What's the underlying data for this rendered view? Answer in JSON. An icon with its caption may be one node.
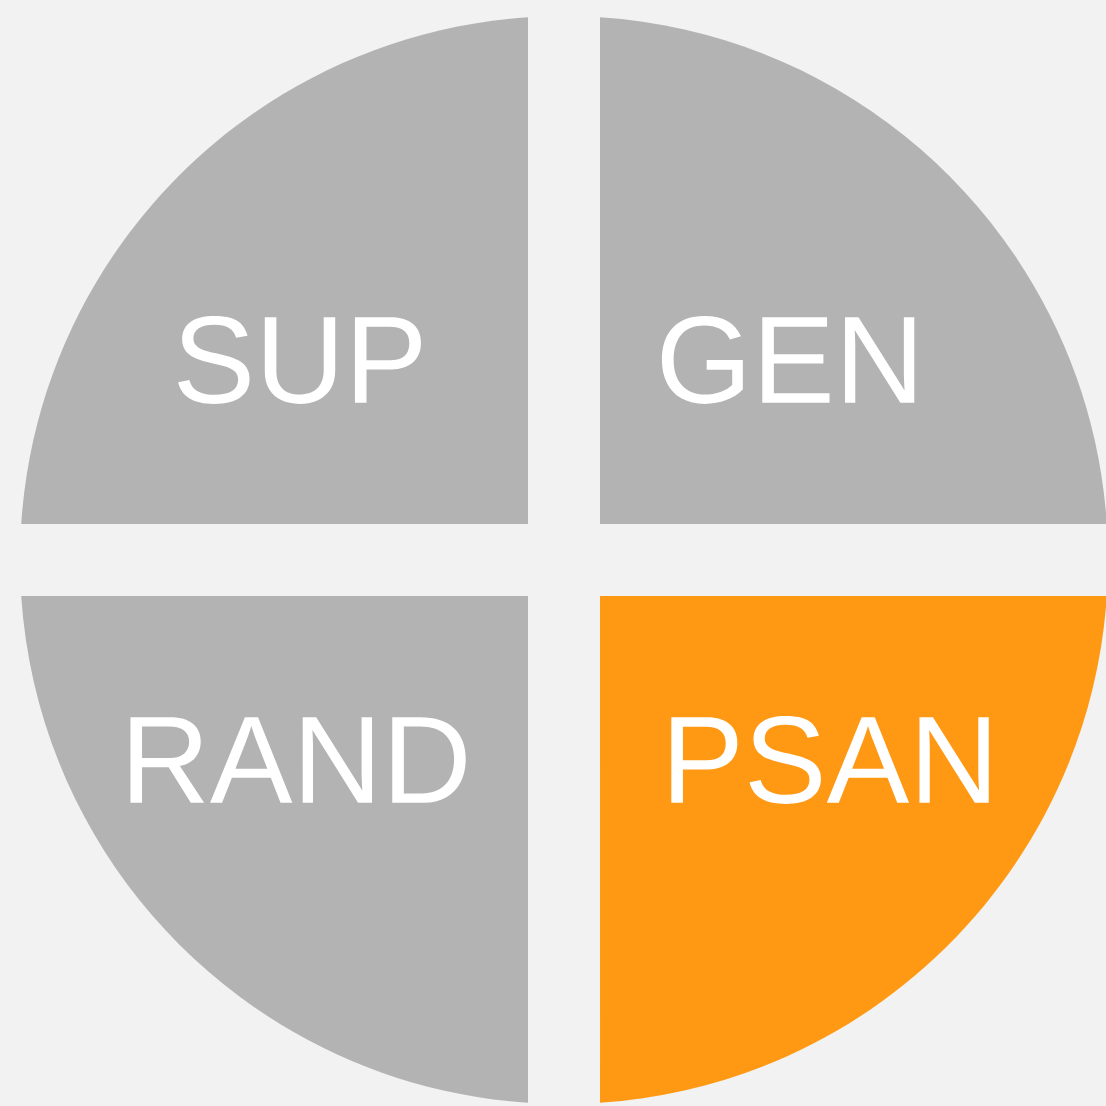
{
  "diagram": {
    "nodes": [
      {
        "text": [
          "SUP"
        ]
      },
      {
        "text": [
          "GEN"
        ]
      },
      {
        "text": [
          "RAND"
        ]
      },
      {
        "text": [
          "PSAN"
        ]
      }
    ]
  }
}
